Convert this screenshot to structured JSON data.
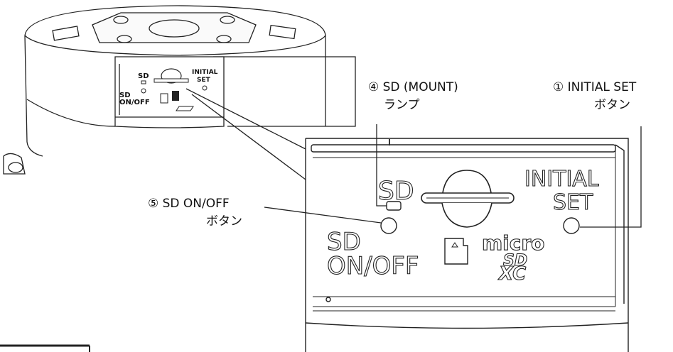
{
  "callouts": {
    "initial_set": {
      "line1": "① INITIAL SET",
      "line2": "ボタン"
    },
    "sd_mount": {
      "line1": "④ SD (MOUNT)",
      "line2": "ランプ"
    },
    "sd_onoff": {
      "line1": "⑤ SD ON/OFF",
      "line2": "ボタン"
    }
  },
  "panel_labels": {
    "sd": "SD",
    "initial": "INITIAL",
    "set": "SET",
    "sd_onoff_1": "SD",
    "sd_onoff_2": "ON/OFF",
    "micro": "micro",
    "sd_logo": "SD",
    "xc": "XC"
  },
  "small_labels": {
    "sd": "SD",
    "initial": "INITIAL",
    "set": "SET",
    "sd2": "SD",
    "onoff": "ON/OFF"
  }
}
